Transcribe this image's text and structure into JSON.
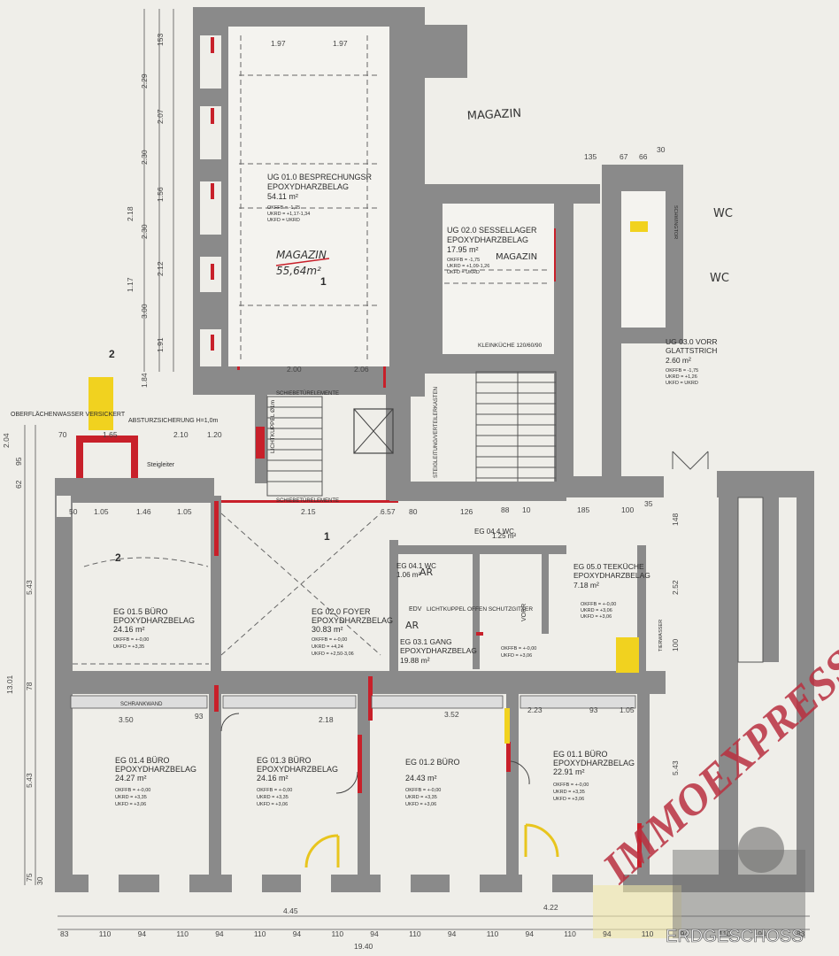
{
  "page": {
    "footer_label": "ERDGESCHOSS",
    "watermark": "IMMOEXPRESS"
  },
  "annotations": {
    "magazin_top": "MAGAZIN",
    "magazin_area": "MAGAZIN",
    "magazin_area_value": "55,64m²",
    "magazin_sessel": "MAGAZIN",
    "wc1": "WC",
    "wc2": "WC",
    "ar1": "AR",
    "ar2": "AR",
    "marker1": "1",
    "marker1b": "1",
    "marker2": "2",
    "marker2b": "2"
  },
  "labels": {
    "oberflaechen": "OBERFLÄCHENWASSER VERSICKERT",
    "absturz": "ABSTURZSICHERUNG H=1,0m",
    "steigleiter": "Steigleiter",
    "lichtkuppel1": "LICHTKUPPEL Ø1m",
    "lichtkuppel2": "LICHTKUPPEL OFFEN SCHUTZGITTER",
    "kleinkueche": "KLEINKÜCHE 120/60/90",
    "schiebeturelemente": "SCHIEBETÜRELEMENTE",
    "schiebeturelemente2": "SCHIEBETÜRELEMENTE",
    "steigleitung": "STEIGLEITUNG/VERTEILERKASTEN",
    "schrankwand": "SCHRANKWAND",
    "edv": "EDV",
    "vorr": "VORR",
    "tierwasser": "TIERWASSER",
    "schwingtor": "SCHWINGTOR"
  },
  "rooms": [
    {
      "id": "ug010",
      "name": "UG 01.0 BESPRECHUNGSR",
      "floor": "EPOXYDHARZBELAG",
      "area": "54.11 m²",
      "values": [
        "OKFFB = -1,75",
        "UKRD = +1,17-1,34",
        "UKFD = UKRD"
      ]
    },
    {
      "id": "ug020",
      "name": "UG 02.0 SESSELLAGER",
      "floor": "EPOXYDHARZBELAG",
      "area": "17.95 m²",
      "values": [
        "OKFFB = -1,75",
        "UKRD = +1,09-1,26",
        "UKFD = UKRD"
      ]
    },
    {
      "id": "ug030",
      "name": "UG 03.0 VORR",
      "floor": "GLATTSTRICH",
      "area": "2.60 m²",
      "values": [
        "OKFFB = -1,75",
        "UKRD = +1,26",
        "UKFD = UKRD"
      ]
    },
    {
      "id": "eg015",
      "name": "EG 01.5 BÜRO",
      "floor": "EPOXYDHARZBELAG",
      "area": "24.16 m²",
      "values": [
        "OKFFB = +-0,00",
        "UKFD = +3,35"
      ]
    },
    {
      "id": "eg020",
      "name": "EG 02.0 FOYER",
      "floor": "EPOXYDHARZBELAG",
      "area": "30.83 m²",
      "values": [
        "OKFFB = +-0,00",
        "UKRD = +4,24",
        "UKFD = +2,50-3,06"
      ]
    },
    {
      "id": "eg041",
      "name": "EG 04.1 WC",
      "floor": "",
      "area": "1.06 m²",
      "values": []
    },
    {
      "id": "eg044",
      "name": "EG 04.4 WC",
      "floor": "",
      "area": "1.25 m²",
      "values": []
    },
    {
      "id": "eg050",
      "name": "EG 05.0 TEEKÜCHE",
      "floor": "EPOXYDHARZBELAG",
      "area": "7.18 m²",
      "values": [
        "OKFFB = +-0,00",
        "UKRD = +3,06",
        "UKFD = +3,06"
      ]
    },
    {
      "id": "eg031",
      "name": "EG 03.1 GANG",
      "floor": "EPOXYDHARZBELAG",
      "area": "19.88 m²",
      "values": [
        "OKFFB = +-0,00",
        "UKFD = +3,06"
      ]
    },
    {
      "id": "eg014",
      "name": "EG 01.4 BÜRO",
      "floor": "EPOXYDHARZBELAG",
      "area": "24.27 m²",
      "values": [
        "OKFFB = +-0,00",
        "UKRD = +3,35",
        "UKFD = +3,06"
      ]
    },
    {
      "id": "eg013",
      "name": "EG 01.3 BÜRO",
      "floor": "EPOXYDHARZBELAG",
      "area": "24.16 m²",
      "values": [
        "OKFFB = +-0,00",
        "UKRD = +3,35",
        "UKFD = +3,06"
      ]
    },
    {
      "id": "eg012",
      "name": "EG 01.2 BÜRO",
      "floor": "",
      "area": "24.43 m²",
      "values": [
        "OKFFB = +-0,00",
        "UKRD = +3,35",
        "UKFD = +3,06"
      ]
    },
    {
      "id": "eg011",
      "name": "EG 01.1 BÜRO",
      "floor": "EPOXYDHARZBELAG",
      "area": "22.91 m²",
      "values": [
        "OKFFB = +-0,00",
        "UKRD = +3,35",
        "UKFD = +3,06"
      ]
    }
  ],
  "dimensions": {
    "left_col": [
      "153",
      "2.07",
      "1.56",
      "2.12",
      "1.91",
      "1.84",
      "2.29"
    ],
    "left_col2": [
      "2.30",
      "2.30",
      "3.00",
      "2.18",
      "1.17"
    ],
    "bottom_total": "19.40",
    "bottom_row": [
      "83",
      "110",
      "94",
      "110",
      "94",
      "110",
      "94",
      "110",
      "94",
      "110",
      "94",
      "110",
      "94",
      "110",
      "94",
      "110",
      "94",
      "110",
      "94",
      "83"
    ],
    "upper_room_widths": [
      "1.97",
      "1.97",
      "2.00",
      "2.06"
    ],
    "row_y_mid": [
      "70",
      "1.65",
      "2.10",
      "1.20"
    ],
    "corridor": [
      "50",
      "1.05",
      "1.46",
      "1.05",
      "2.15",
      "6.57",
      "80",
      "126",
      "88",
      "10",
      "185",
      "100",
      "35"
    ],
    "office_widths": [
      "3.50",
      "93",
      "2.18",
      "3.52",
      "2.23",
      "93",
      "1.05"
    ],
    "bottom_small": [
      "4.45",
      "4.22"
    ],
    "right_top": [
      "135",
      "67",
      "66",
      "30"
    ],
    "left_vert": [
      "2.04",
      "95",
      "62",
      "5.43",
      "13.01",
      "78",
      "5.43",
      "75",
      "30"
    ],
    "right_vert": [
      "148",
      "2.52",
      "100",
      "5.43"
    ]
  }
}
